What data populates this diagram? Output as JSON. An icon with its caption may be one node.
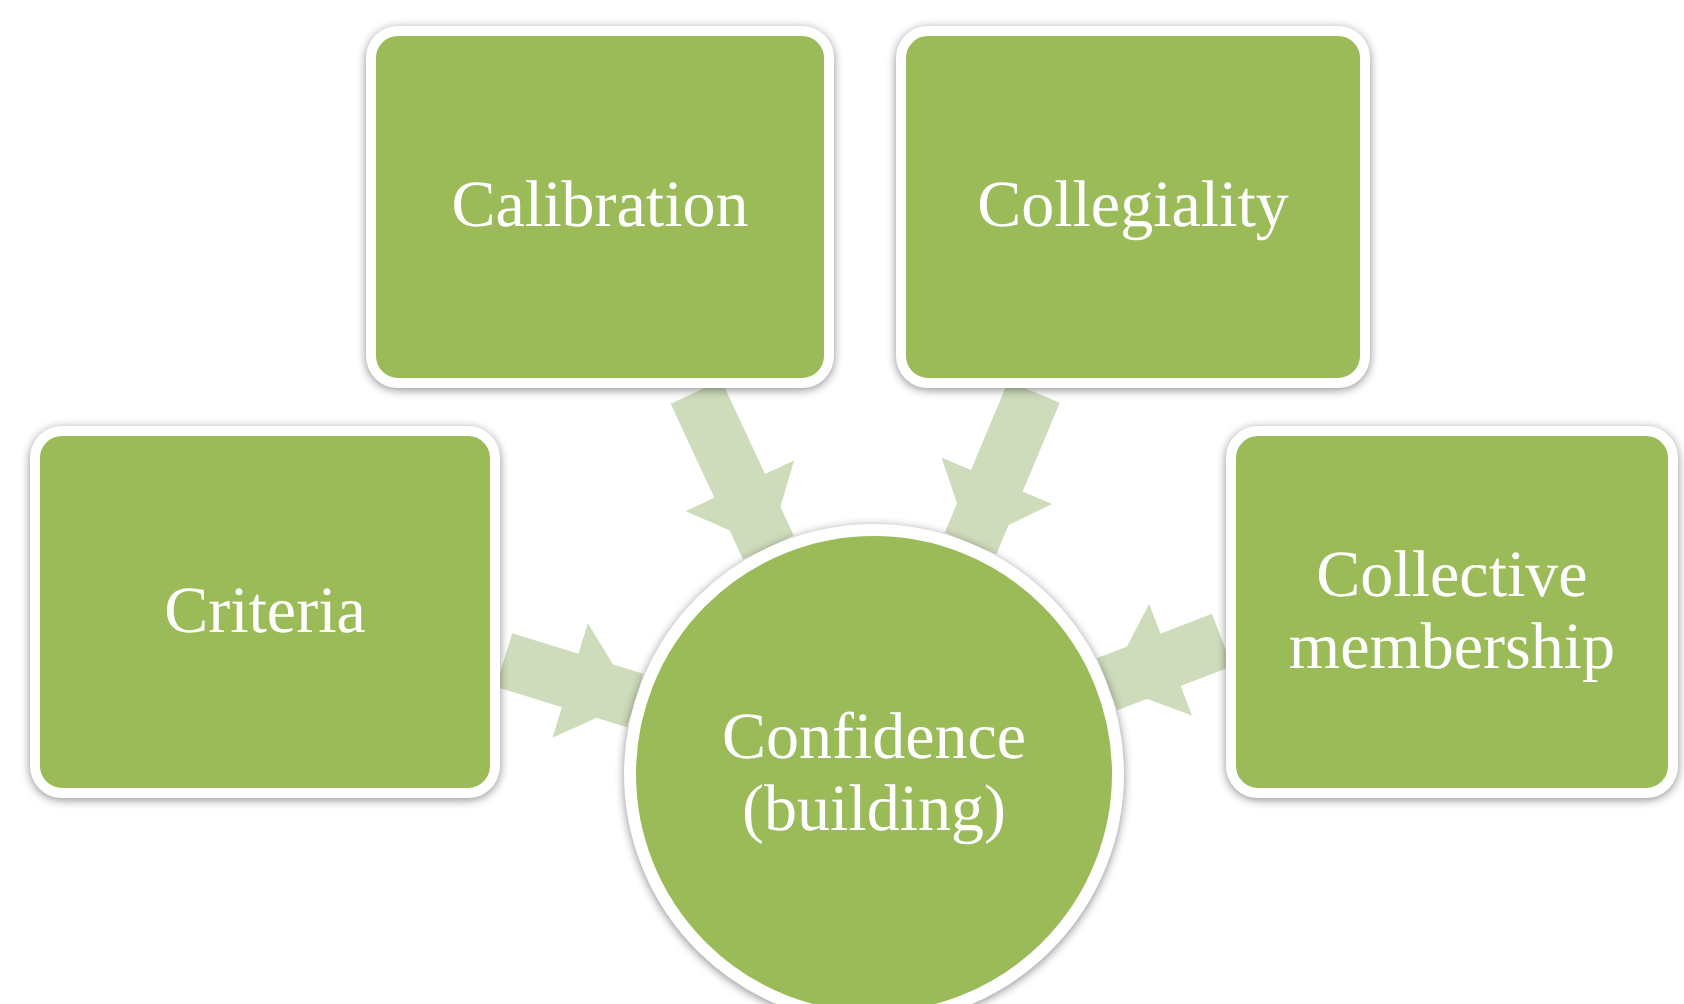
{
  "diagram": {
    "nodes": [
      {
        "text": [
          "Calibration"
        ]
      },
      {
        "text": [
          "Collegiality"
        ]
      },
      {
        "text": [
          "Criteria"
        ]
      },
      {
        "text": [
          "Collective membership"
        ]
      },
      {
        "text": [
          "Confidence (building)"
        ]
      }
    ],
    "edges": [
      {
        "from": 0,
        "to": 4,
        "arrow": "to"
      },
      {
        "from": 1,
        "to": 4,
        "arrow": "to"
      },
      {
        "from": 2,
        "to": 4,
        "arrow": "to"
      },
      {
        "from": 3,
        "to": 4,
        "arrow": "to"
      }
    ]
  }
}
